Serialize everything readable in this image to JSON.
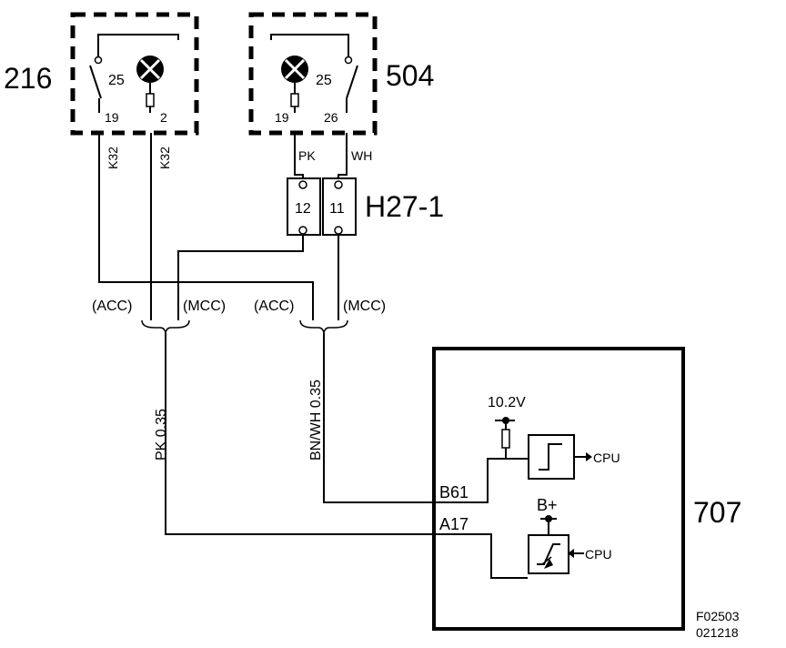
{
  "components": {
    "c216": {
      "label": "216",
      "pins": [
        "25",
        "19",
        "2"
      ]
    },
    "c504": {
      "label": "504",
      "pins": [
        "25",
        "19",
        "26"
      ]
    },
    "connector": {
      "label": "H27-1",
      "pins": [
        "12",
        "11"
      ]
    },
    "ecu": {
      "label": "707",
      "pins": [
        "B61",
        "A17"
      ]
    }
  },
  "wires": {
    "k32_left": "K32",
    "k32_right": "K32",
    "pk_top": "PK",
    "wh_top": "WH",
    "acc_left": "(ACC)",
    "mcc_left": "(MCC)",
    "acc_right": "(ACC)",
    "mcc_right": "(MCC)",
    "main_left": "PK   0.35",
    "main_right": "BN/WH  0.35"
  },
  "ecu_internal": {
    "voltage": "10.2V",
    "bplus": "B+",
    "cpu1": "CPU",
    "cpu2": "CPU"
  },
  "figure_id": "F02503",
  "figure_date": "021218"
}
